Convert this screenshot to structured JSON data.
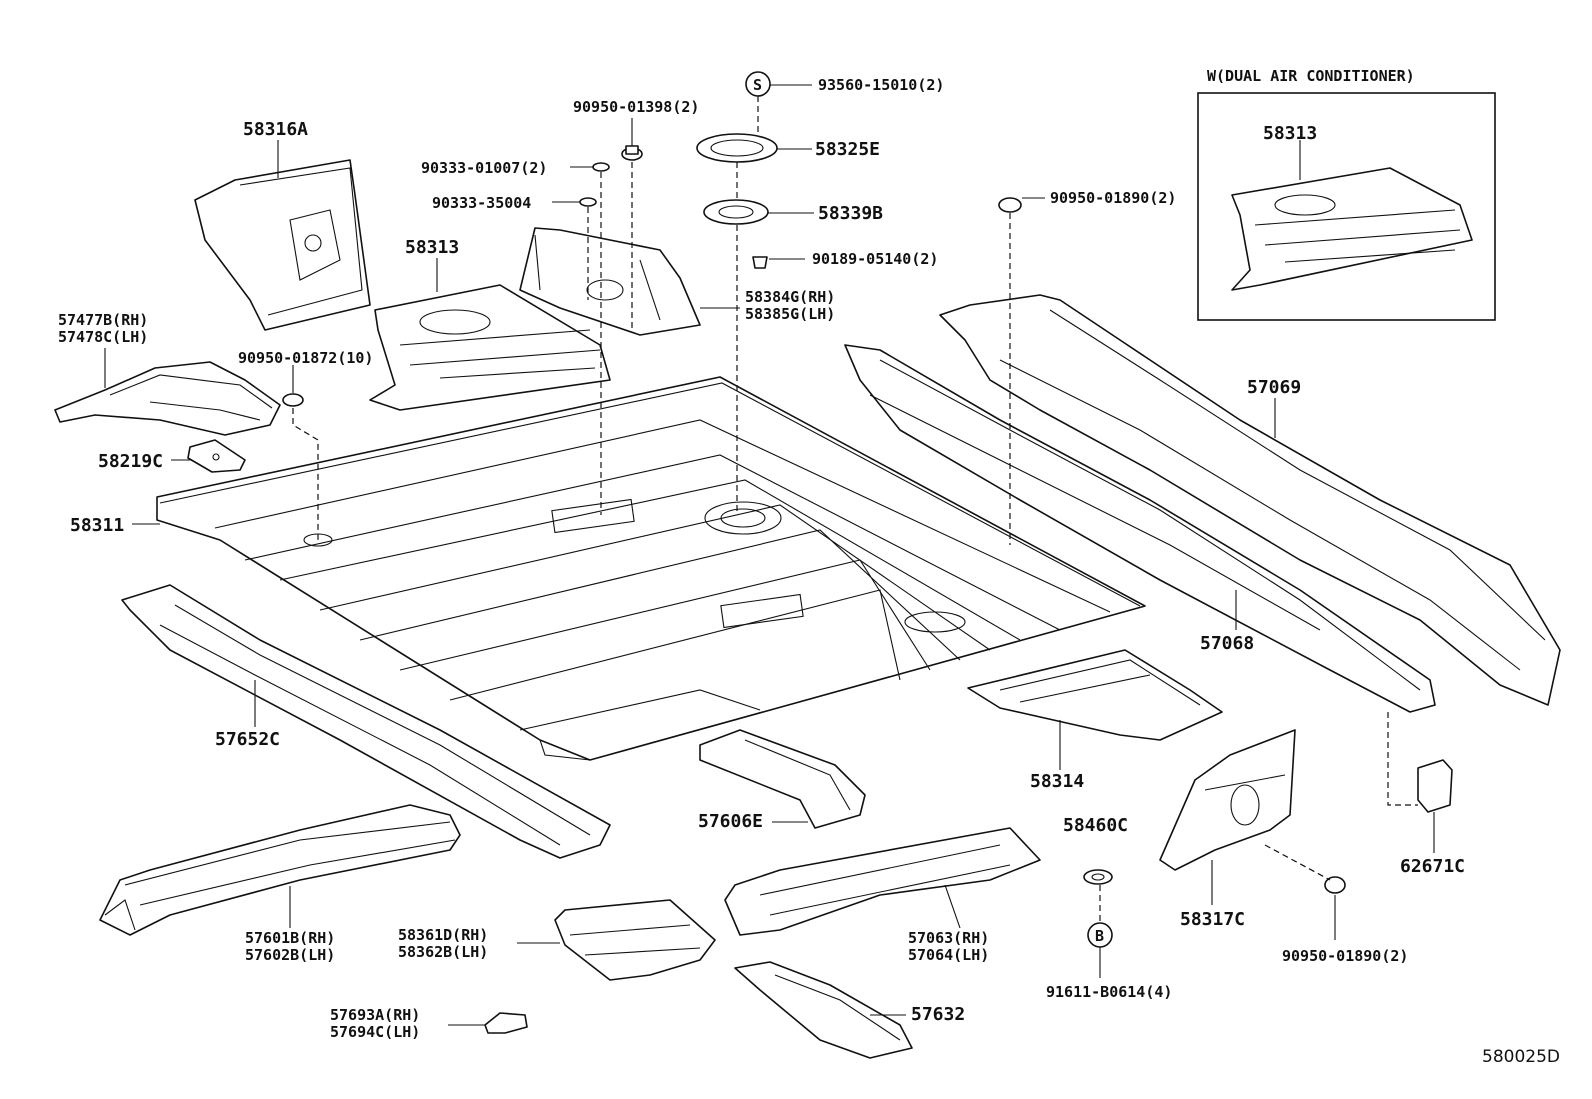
{
  "labels": {
    "p58316A": "58316A",
    "p58313_left": "58313",
    "p57477B": "57477B(RH)",
    "p57478C": "57478C(LH)",
    "p90950_01872": "90950-01872(10)",
    "p58219C": "58219C",
    "p58311": "58311",
    "p57652C": "57652C",
    "p57601B": "57601B(RH)",
    "p57602B": "57602B(LH)",
    "p57693A": "57693A(RH)",
    "p57694C": "57694C(LH)",
    "p58361D": "58361D(RH)",
    "p58362B": "58362B(LH)",
    "p57606E": "57606E",
    "p57632": "57632",
    "p57063": "57063(RH)",
    "p57064": "57064(LH)",
    "p58460C": "58460C",
    "p91611": "91611-B0614(4)",
    "p58317C": "58317C",
    "p62671C": "62671C",
    "p90950_01890b": "90950-01890(2)",
    "p58314": "58314",
    "p57068": "57068",
    "p57069": "57069",
    "p90950_01890a": "90950-01890(2)",
    "p58384G": "58384G(RH)",
    "p58385G": "58385G(LH)",
    "p90189": "90189-05140(2)",
    "p58339B": "58339B",
    "p58325E": "58325E",
    "p93560": "93560-15010(2)",
    "p90950_01398": "90950-01398(2)",
    "p90333_01007": "90333-01007(2)",
    "p90333_35004": "90333-35004",
    "inset_title": "W(DUAL AIR CONDITIONER)",
    "inset_part": "58313",
    "marker_s": "S",
    "marker_b": "B",
    "diagram_code": "580025D"
  }
}
